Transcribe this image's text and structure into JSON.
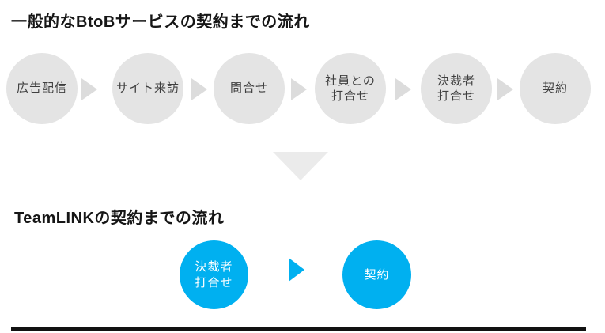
{
  "colors": {
    "background": "#ffffff",
    "gray_circle": "#e4e4e4",
    "gray_arrow": "#dcdcdc",
    "down_triangle": "#ebebeb",
    "accent_blue": "#00b0f0",
    "gray_circle_text": "#3f3f3f",
    "blue_circle_text": "#ffffff",
    "title_text": "#161616"
  },
  "generic_flow": {
    "title": "一般的なBtoBサービスの契約までの流れ",
    "steps": [
      {
        "label": "広告配信"
      },
      {
        "label": "サイト来訪"
      },
      {
        "label": "問合せ"
      },
      {
        "label": "社員との\n打合せ"
      },
      {
        "label": "決裁者\n打合せ"
      },
      {
        "label": "契約"
      }
    ]
  },
  "teamlink_flow": {
    "title": "TeamLINKの契約までの流れ",
    "steps": [
      {
        "label": "決裁者\n打合せ"
      },
      {
        "label": "契約"
      }
    ]
  }
}
